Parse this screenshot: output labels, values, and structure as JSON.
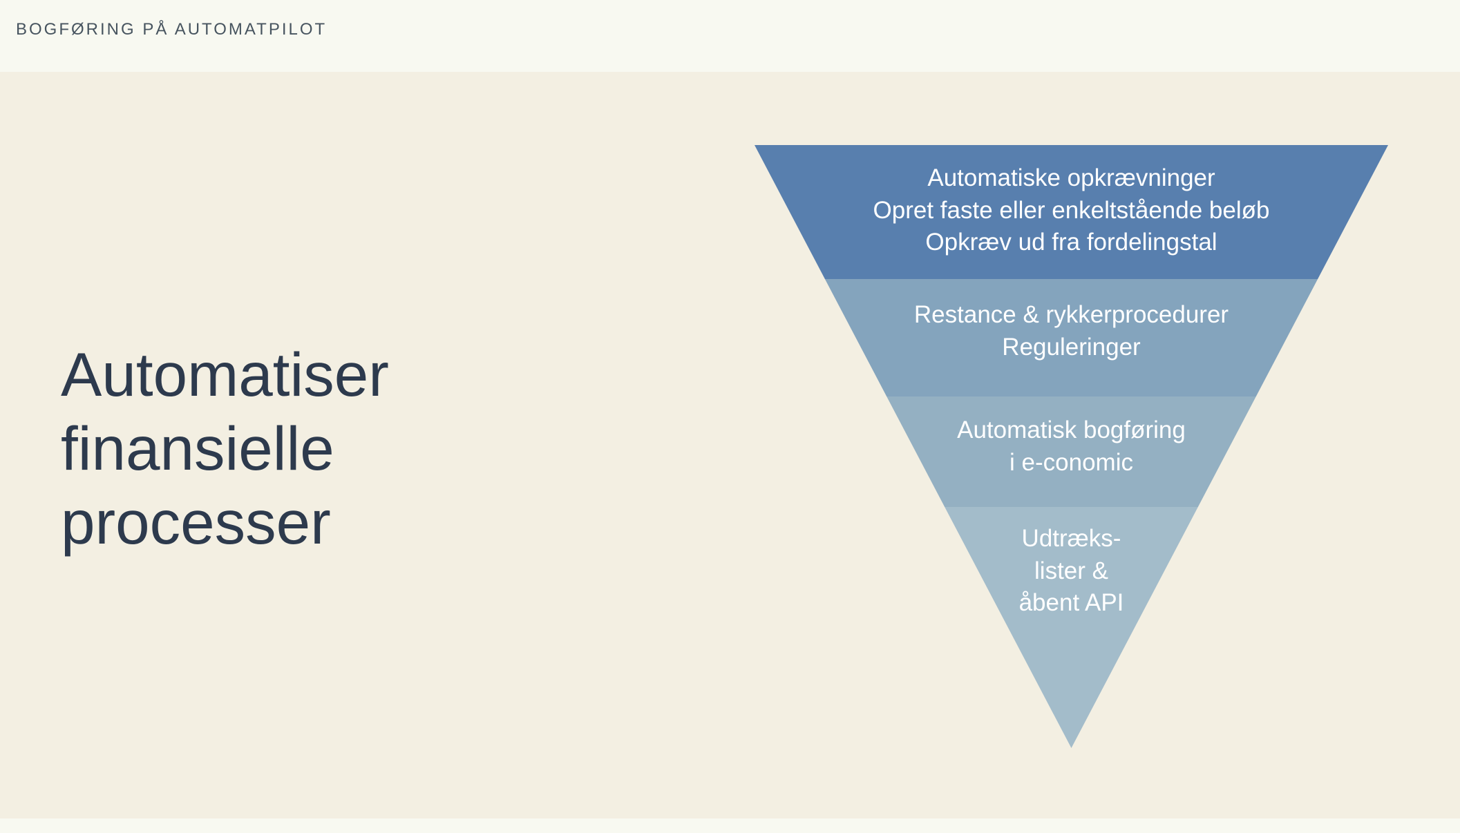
{
  "header": {
    "label": "BOGFØRING PÅ AUTOMATPILOT"
  },
  "title": {
    "line1": "Automatiser",
    "line2": "finansielle",
    "line3": "processer"
  },
  "funnel": {
    "type": "inverted-pyramid",
    "text_color": "#ffffff",
    "tiers": [
      {
        "color": "#587fae",
        "lines": [
          "Automatiske opkrævninger",
          "Opret faste eller enkeltstående beløb",
          "Opkræv ud fra fordelingstal"
        ]
      },
      {
        "color": "#84a4bd",
        "lines": [
          "Restance & rykkerprocedurer",
          "Reguleringer"
        ]
      },
      {
        "color": "#94b0c2",
        "lines": [
          "Automatisk bogføring",
          "i e-conomic"
        ]
      },
      {
        "color": "#a3bcca",
        "lines": [
          "Udtræks-",
          "lister &",
          "åbent API"
        ]
      }
    ]
  },
  "colors": {
    "slide_background": "#f3efe2",
    "bar_background": "#f8f9f1",
    "title_text": "#2d3a4d",
    "header_text": "#47545f"
  }
}
